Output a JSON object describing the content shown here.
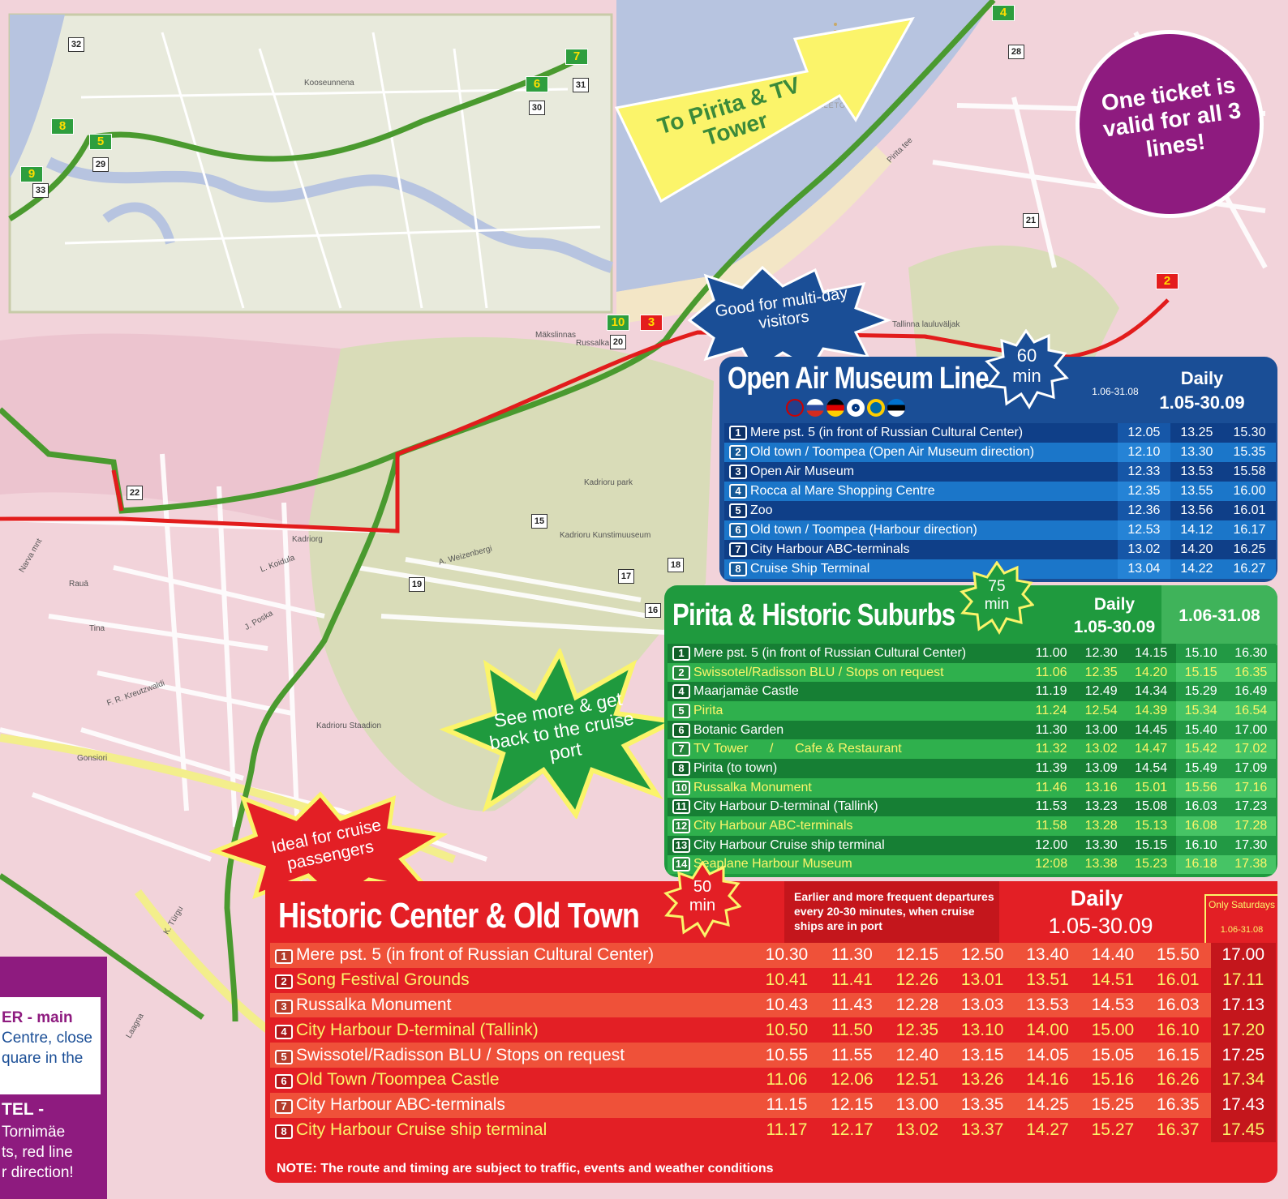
{
  "colors": {
    "land": "#f2d3da",
    "water": "#b7c4e0",
    "park": "#d9dcb8",
    "green_route": "#4a9a2f",
    "red_route": "#e21c1c",
    "yellow_route": "#f3ee8c",
    "blue_panel": "#1a4e96",
    "green_panel": "#1f9a3e",
    "red_panel": "#e31f25",
    "purple": "#8e1b7f"
  },
  "map": {
    "street_labels": [
      "Kadriorg",
      "Kadrioru park",
      "Kadrioru Staadion",
      "Kadrioru Kunstimuuseum",
      "A. Weizenbergi",
      "L. Koidula",
      "Rauā",
      "Tina",
      "Gonsiori",
      "F. R. Kreutzwaldi",
      "J. Poska",
      "Narva mnt",
      "Pirita tee",
      "Tallinna lauluväljak",
      "Mäkslinnas",
      "Russalka",
      "Kooseunnena",
      "K. Türgu",
      "Laagna"
    ],
    "stop_numbers": [
      "32",
      "31",
      "30",
      "29",
      "33",
      "28",
      "21",
      "22",
      "20",
      "15",
      "17",
      "18",
      "19",
      "16"
    ],
    "flag_numbers": [
      "7",
      "6",
      "8",
      "5",
      "9",
      "4",
      "10",
      "3",
      "2"
    ],
    "tv_tower_logo": "TALLINNA TELETORN"
  },
  "callouts": {
    "to_pirita": "To Pirita & TV Tower",
    "one_ticket": "One ticket is valid for all 3 lines!",
    "multi_day": "Good for multi-day visitors",
    "see_more": "See more & get back to the cruise port",
    "cruise": "Ideal for cruise passengers"
  },
  "left_panel": {
    "line1": "ER - main",
    "line2": "Centre, close",
    "line3": "quare in the",
    "line4": "TEL -",
    "line5": "Tornimäe",
    "line6": "ts, red line",
    "line7": "r direction!"
  },
  "open_air": {
    "title": "Open Air Museum Line",
    "duration_num": "60",
    "duration_unit": "min",
    "period_small": "1.06-31.08",
    "daily": "Daily",
    "period": "1.05-30.09",
    "stops": [
      {
        "n": "1",
        "name": "Mere pst. 5 (in front of Russian Cultural Center)",
        "times": [
          "12.05",
          "13.25",
          "15.30"
        ]
      },
      {
        "n": "2",
        "name": "Old town / Toompea (Open Air Museum direction)",
        "times": [
          "12.10",
          "13.30",
          "15.35"
        ]
      },
      {
        "n": "3",
        "name": "Open Air Museum",
        "times": [
          "12.33",
          "13.53",
          "15.58"
        ]
      },
      {
        "n": "4",
        "name": "Rocca al Mare Shopping Centre",
        "times": [
          "12.35",
          "13.55",
          "16.00"
        ]
      },
      {
        "n": "5",
        "name": "Zoo",
        "times": [
          "12.36",
          "13.56",
          "16.01"
        ]
      },
      {
        "n": "6",
        "name": "Old town / Toompea (Harbour direction)",
        "times": [
          "12.53",
          "14.12",
          "16.17"
        ]
      },
      {
        "n": "7",
        "name": "City Harbour ABC-terminals",
        "times": [
          "13.02",
          "14.20",
          "16.25"
        ]
      },
      {
        "n": "8",
        "name": "Cruise Ship Terminal",
        "times": [
          "13.04",
          "14.22",
          "16.27"
        ]
      }
    ]
  },
  "pirita": {
    "title": "Pirita & Historic Suburbs",
    "duration_num": "75",
    "duration_unit": "min",
    "daily": "Daily",
    "period": "1.05-30.09",
    "period2": "1.06-31.08",
    "stops": [
      {
        "n": "1",
        "name": "Mere pst. 5 (in front of Russian Cultural Center)",
        "times": [
          "11.00",
          "12.30",
          "14.15",
          "15.10",
          "16.30"
        ]
      },
      {
        "n": "2",
        "name": "Swissotel/Radisson BLU / Stops on request",
        "times": [
          "11.06",
          "12.35",
          "14.20",
          "15.15",
          "16.35"
        ]
      },
      {
        "n": "4",
        "name": "Maarjamäe Castle",
        "times": [
          "11.19",
          "12.49",
          "14.34",
          "15.29",
          "16.49"
        ]
      },
      {
        "n": "5",
        "name": "Pirita",
        "times": [
          "11.24",
          "12.54",
          "14.39",
          "15.34",
          "16.54"
        ]
      },
      {
        "n": "6",
        "name": "Botanic Garden",
        "times": [
          "11.30",
          "13.00",
          "14.45",
          "15.40",
          "17.00"
        ]
      },
      {
        "n": "7",
        "name": "TV Tower      /      Cafe & Restaurant",
        "times": [
          "11.32",
          "13.02",
          "14.47",
          "15.42",
          "17.02"
        ]
      },
      {
        "n": "8",
        "name": "Pirita (to town)",
        "times": [
          "11.39",
          "13.09",
          "14.54",
          "15.49",
          "17.09"
        ]
      },
      {
        "n": "10",
        "name": "Russalka Monument",
        "times": [
          "11.46",
          "13.16",
          "15.01",
          "15.56",
          "17.16"
        ]
      },
      {
        "n": "11",
        "name": "City Harbour D-terminal (Tallink)",
        "times": [
          "11.53",
          "13.23",
          "15.08",
          "16.03",
          "17.23"
        ]
      },
      {
        "n": "12",
        "name": "City Harbour ABC-terminals",
        "times": [
          "11.58",
          "13.28",
          "15.13",
          "16.08",
          "17.28"
        ]
      },
      {
        "n": "13",
        "name": "City Harbour Cruise ship terminal",
        "times": [
          "12.00",
          "13.30",
          "15.15",
          "16.10",
          "17.30"
        ]
      },
      {
        "n": "14",
        "name": "Seaplane Harbour Museum",
        "times": [
          "12:08",
          "13.38",
          "15.23",
          "16.18",
          "17.38"
        ]
      }
    ]
  },
  "historic": {
    "title": "Historic Center & Old Town",
    "duration_num": "50",
    "duration_unit": "min",
    "note_header": "Earlier and more frequent departures every 20-30 minutes, when cruise ships are in port",
    "daily": "Daily",
    "period": "1.05-30.09",
    "sat_only": "Only Saturdays",
    "sat_period": "1.06-31.08",
    "stops": [
      {
        "n": "1",
        "name": "Mere pst. 5 (in front of Russian Cultural Center)",
        "times": [
          "10.30",
          "11.30",
          "12.15",
          "12.50",
          "13.40",
          "14.40",
          "15.50",
          "17.00"
        ]
      },
      {
        "n": "2",
        "name": "Song Festival Grounds",
        "times": [
          "10.41",
          "11.41",
          "12.26",
          "13.01",
          "13.51",
          "14.51",
          "16.01",
          "17.11"
        ]
      },
      {
        "n": "3",
        "name": "Russalka Monument",
        "times": [
          "10.43",
          "11.43",
          "12.28",
          "13.03",
          "13.53",
          "14.53",
          "16.03",
          "17.13"
        ]
      },
      {
        "n": "4",
        "name": "City Harbour D-terminal (Tallink)",
        "times": [
          "10.50",
          "11.50",
          "12.35",
          "13.10",
          "14.00",
          "15.00",
          "16.10",
          "17.20"
        ]
      },
      {
        "n": "5",
        "name": "Swissotel/Radisson BLU / Stops on request",
        "times": [
          "10.55",
          "11.55",
          "12.40",
          "13.15",
          "14.05",
          "15.05",
          "16.15",
          "17.25"
        ]
      },
      {
        "n": "6",
        "name": "Old Town /Toompea Castle",
        "times": [
          "11.06",
          "12.06",
          "12.51",
          "13.26",
          "14.16",
          "15.16",
          "16.26",
          "17.34"
        ]
      },
      {
        "n": "7",
        "name": "City Harbour ABC-terminals",
        "times": [
          "11.15",
          "12.15",
          "13.00",
          "13.35",
          "14.25",
          "15.25",
          "16.35",
          "17.43"
        ]
      },
      {
        "n": "8",
        "name": "City Harbour Cruise ship terminal",
        "times": [
          "11.17",
          "12.17",
          "13.02",
          "13.37",
          "14.27",
          "15.27",
          "16.37",
          "17.45"
        ]
      }
    ],
    "note": "NOTE: The route and timing are subject to traffic, events and weather conditions"
  }
}
